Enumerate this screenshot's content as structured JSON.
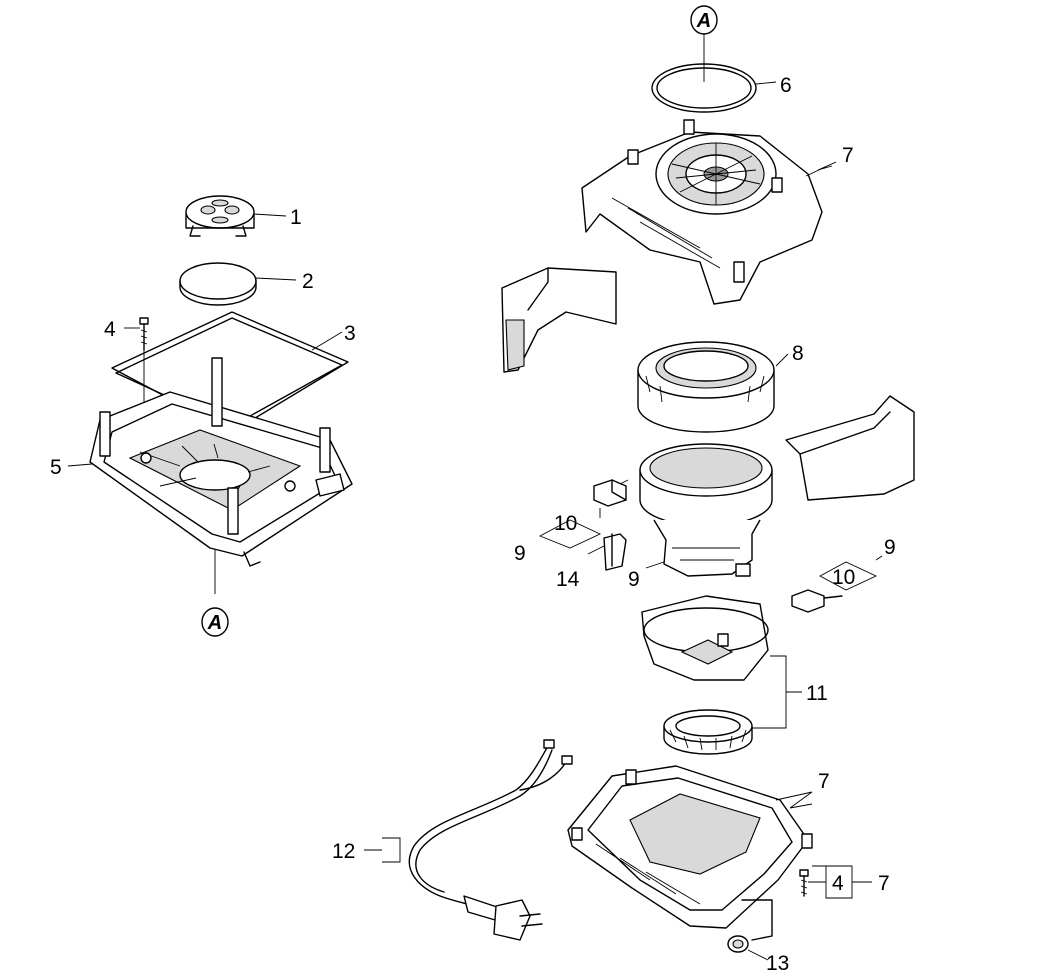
{
  "callouts": {
    "c1": "1",
    "c2": "2",
    "c3": "3",
    "c4_left": "4",
    "c5": "5",
    "c6": "6",
    "c7_top": "7",
    "c8": "8",
    "c9_left": "9",
    "c10_left": "10",
    "c14": "14",
    "c9_mid": "9",
    "c9_right": "9",
    "c10_right": "10",
    "c11": "11",
    "c12": "12",
    "c7_lower": "7",
    "c4_lower": "4",
    "c7_lower_b": "7",
    "c13": "13"
  },
  "connectors": {
    "ref_top": "A",
    "ref_bottom": "A"
  },
  "colors": {
    "line": "#000000",
    "background": "#ffffff",
    "shade": "#d9d9d9"
  }
}
